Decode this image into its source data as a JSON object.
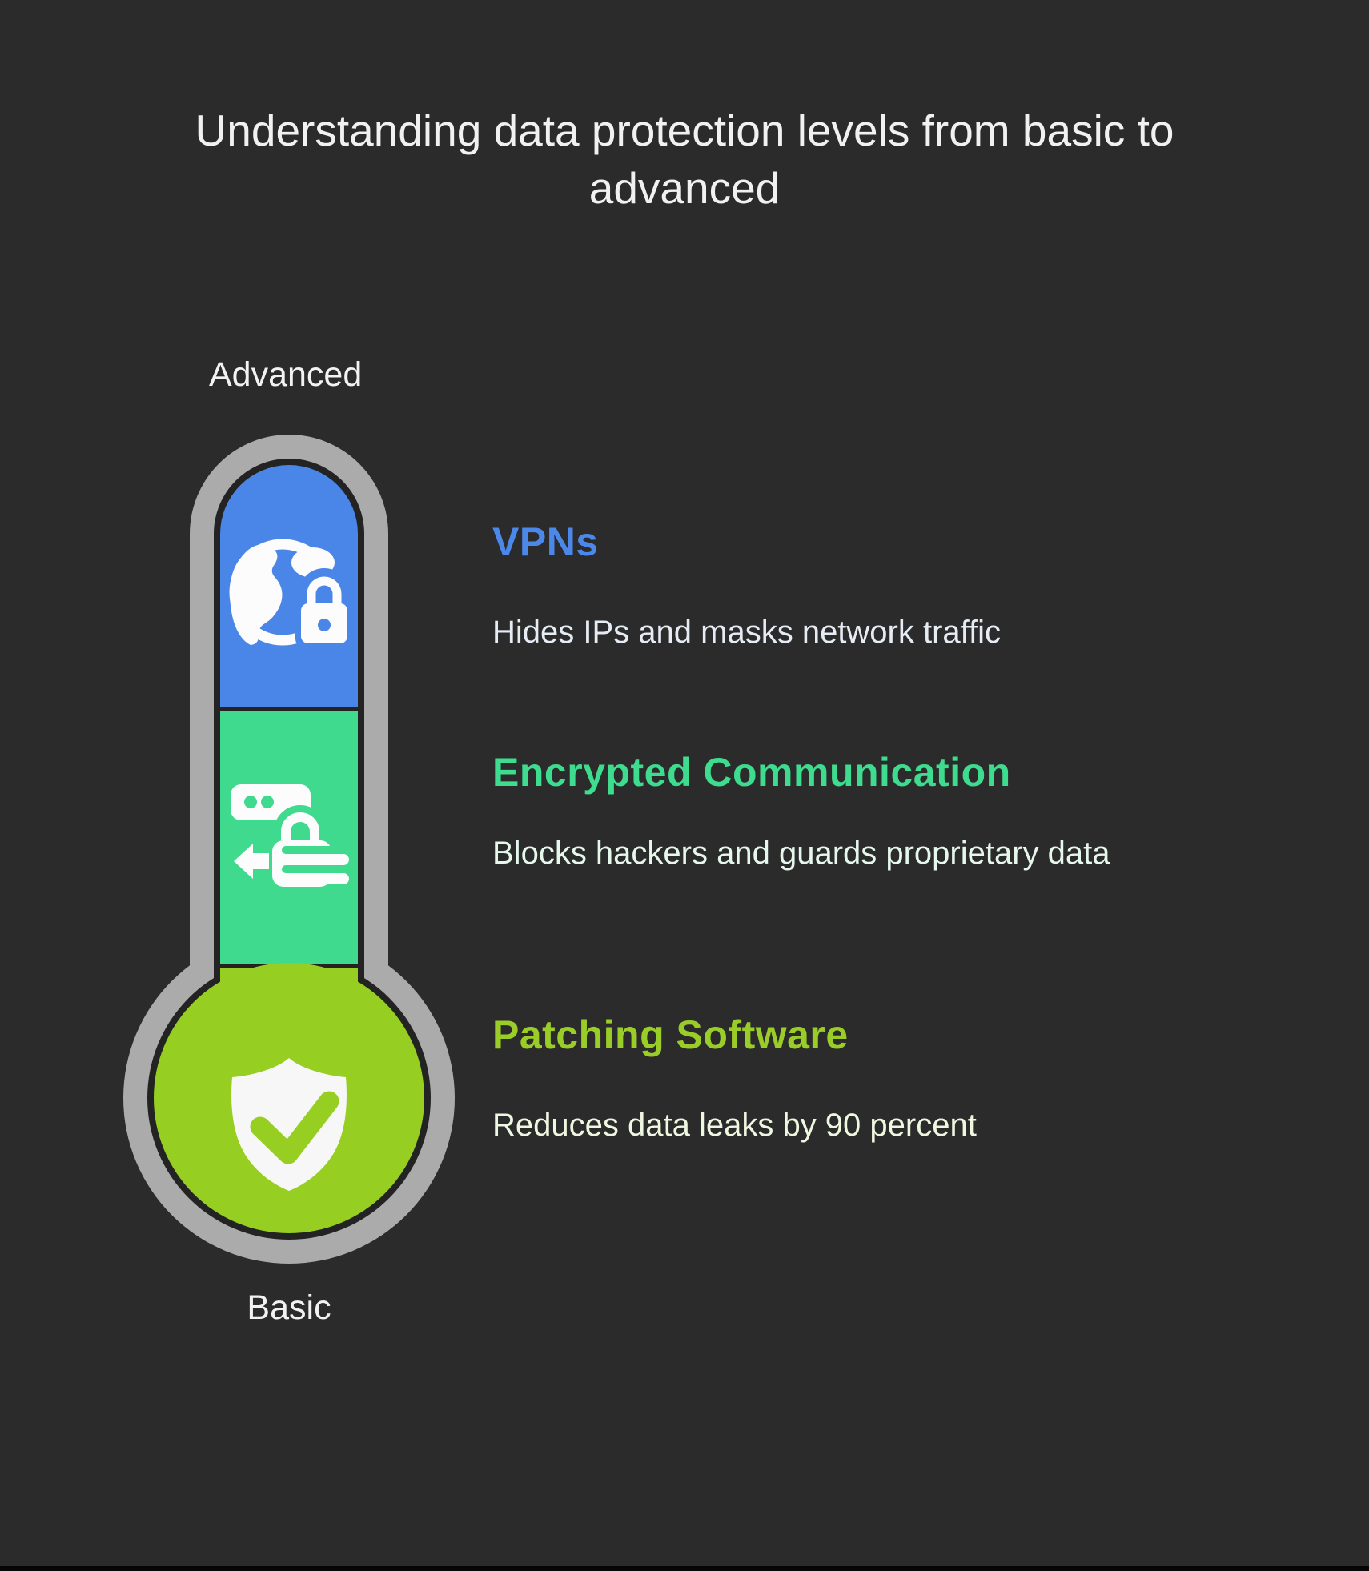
{
  "title": "Understanding data protection levels from basic to advanced",
  "background_color": "#2b2b2b",
  "thermometer": {
    "top_label": "Advanced",
    "bottom_label": "Basic",
    "tube_color": "#ababab",
    "outline_color": "#232323"
  },
  "levels": [
    {
      "name": "vpns",
      "heading": "VPNs",
      "description": "Hides IPs and masks network traffic",
      "accent_color": "#4c87ea",
      "segment_color": "#4a86e8",
      "icon": "globe-lock-icon"
    },
    {
      "name": "encrypted-communication",
      "heading": "Encrypted Communication",
      "description": "Blocks hackers and guards proprietary data",
      "accent_color": "#3edc8e",
      "segment_color": "#3fda8e",
      "icon": "message-lock-icon"
    },
    {
      "name": "patching-software",
      "heading": "Patching Software",
      "description": "Reduces data leaks by 90 percent",
      "accent_color": "#9acd27",
      "segment_color": "#96ce22",
      "icon": "shield-check-icon"
    }
  ]
}
